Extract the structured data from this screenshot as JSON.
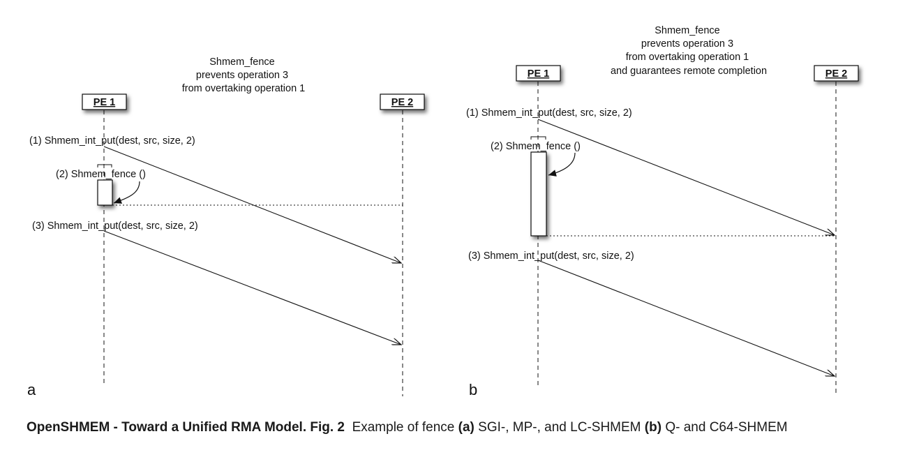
{
  "panels": [
    {
      "id": "a",
      "panel_label": "a",
      "pe1": "PE 1",
      "pe2": "PE 2",
      "note_lines": [
        "Shmem_fence",
        "prevents operation 3",
        "from overtaking operation 1"
      ],
      "op1": "(1) Shmem_int_put(dest, src, size, 2)",
      "op2": "(2) Shmem_fence ()",
      "op3": "(3) Shmem_int_put(dest, src, size, 2)"
    },
    {
      "id": "b",
      "panel_label": "b",
      "pe1": "PE 1",
      "pe2": "PE 2",
      "note_lines": [
        "Shmem_fence",
        "prevents operation 3",
        "from overtaking operation 1",
        "and guarantees remote completion"
      ],
      "op1": "(1) Shmem_int_put(dest, src, size, 2)",
      "op2": "(2) Shmem_fence ()",
      "op3": "(3) Shmem_int_put(dest, src, size, 2)"
    }
  ],
  "caption": {
    "title": "OpenSHMEM - Toward a Unified RMA Model. Fig. 2",
    "text_1": "Example of fence",
    "a_tag": "(a)",
    "text_2": "SGI-, MP-, and LC-SHMEM",
    "b_tag": "(b)",
    "text_3": "Q- and C64-SHMEM"
  },
  "colors": {
    "ink": "#111111",
    "box_fill": "#ffffff"
  }
}
